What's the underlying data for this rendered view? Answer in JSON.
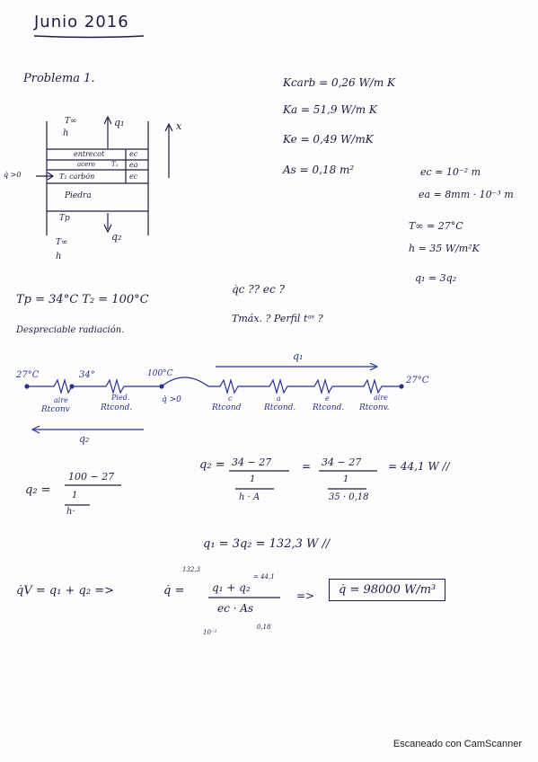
{
  "header": {
    "title": "Junio 2016"
  },
  "problem": {
    "label": "Problema 1."
  },
  "diagram": {
    "t_inf_top": "T∞",
    "h_top": "h",
    "q1": "q₁",
    "x_axis": "x",
    "layer_entrecot": "entrecot",
    "layer_acero": "acero",
    "t1": "T₁",
    "layer_carbon_t2": "T₂ carbón",
    "layer_piedra": "Piedra",
    "ec_a": "ec",
    "ea": "ea",
    "ec_b": "ec",
    "qdot_gt0": "q̇ >0",
    "tp": "Tp",
    "q2": "q₂",
    "t_inf_bottom": "T∞",
    "h_bottom": "h"
  },
  "properties": {
    "kcarb": "Kcarb = 0,26 W/m K",
    "ka": "Ka = 51,9 W/m K",
    "ke": "Ke = 0,49 W/mK",
    "as": "As = 0,18 m²",
    "ec": "ec = 10⁻² m",
    "ea": "ea = 8mm · 10⁻³ m",
    "tinf": "T∞ = 27°C",
    "h": "h = 35 W/m²K",
    "q1rel": "q₁ = 3q₂"
  },
  "conditions": {
    "tp_t2": "Tp = 34°C   T₂ = 100°C",
    "radiation": "Despreciable radiación.",
    "unknowns1": "q̇c ??    ec ?",
    "unknowns2": "Tmáx. ?   Perfil tᵃˢ ?"
  },
  "circuit": {
    "t_left": "27°C",
    "t_34": "34°",
    "t_100": "100°C",
    "t_right": "27°C",
    "r1_top": "aire",
    "r1": "Rtconv",
    "r2_top": "Pied.",
    "r2": "Rtcond.",
    "gen": "q̇ >0",
    "r3_top": "c",
    "r3": "Rtcond",
    "r4_top": "a",
    "r4": "Rtcond.",
    "r5_top": "e",
    "r5": "Rtcond.",
    "r6_top": "aire",
    "r6": "Rtconv.",
    "q1_label": "q₁",
    "q2_label": "q₂"
  },
  "equations": {
    "q2_lhs": "q₂ =",
    "q2_num": "100 − 27",
    "q2_den_num": "1",
    "q2_den": "h·",
    "q2b_lhs": "q₂ =",
    "q2b_num": "34 − 27",
    "q2b_den_num": "1",
    "q2b_den": "h · A",
    "eq_sign": "=",
    "q2c_num": "34 − 27",
    "q2c_den_num": "1",
    "q2c_den": "35 · 0,18",
    "q2_result": "= 44,1 W //",
    "q1_result": "q₁ = 3q₂ = 132,3 W //",
    "qv_lhs": "q̇V = q₁ + q₂ =>",
    "qdot_lhs": "q̇ =",
    "qdot_num": "q₁ + q₂",
    "qdot_den": "ec · As",
    "note_1323": "132,3",
    "note_441": "= 44,1",
    "note_102": "10⁻²",
    "note_018": "0,18",
    "implies": "=>",
    "final": "q̇ = 98000 W/m³"
  },
  "footer": {
    "scanner": "Escaneado con CamScanner"
  }
}
